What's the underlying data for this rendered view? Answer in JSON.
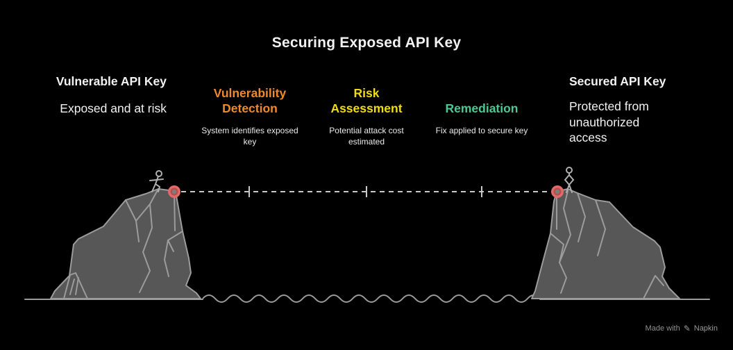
{
  "title": "Securing Exposed API Key",
  "left_block": {
    "heading": "Vulnerable API Key",
    "description": "Exposed and at risk"
  },
  "right_block": {
    "heading": "Secured API Key",
    "description": "Protected from unauthorized access"
  },
  "stages": [
    {
      "label": "Vulnerability Detection",
      "description": "System identifies exposed key",
      "color": "#ee8a2e"
    },
    {
      "label": "Risk Assessment",
      "description": "Potential attack cost estimated",
      "color": "#f0dc15"
    },
    {
      "label": "Remediation",
      "description": "Fix applied to secure key",
      "color": "#4bc993"
    }
  ],
  "credit": {
    "text": "Made with",
    "brand": "Napkin",
    "icon": "pencil-icon",
    "icon_glyph": "✎"
  },
  "colors": {
    "background": "#000000",
    "title_text": "#f2f2f2",
    "body_text": "#eaeaea",
    "cliff_fill": "#575757",
    "cliff_stroke": "#9c9c9c",
    "rope_dash": "#c9c9c9",
    "anchor_red": "#e06a6a",
    "credit_text": "#8f8f8f"
  }
}
